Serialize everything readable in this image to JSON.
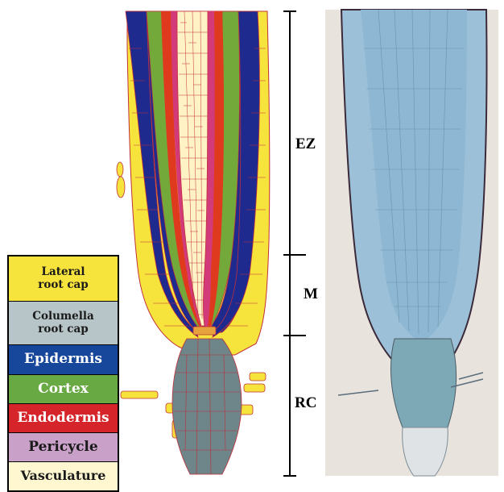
{
  "legend": {
    "items": [
      {
        "label_line1": "Lateral",
        "label_line2": "root cap",
        "color": "#f6e33c",
        "text_color": "#1a1a1a"
      },
      {
        "label_line1": "Columella",
        "label_line2": "root cap",
        "color": "#b7c4c8",
        "text_color": "#1a1a1a"
      },
      {
        "label_line1": "Epidermis",
        "label_line2": "",
        "color": "#17479a",
        "text_color": "#ffffff"
      },
      {
        "label_line1": "Cortex",
        "label_line2": "",
        "color": "#69a944",
        "text_color": "#ffffff"
      },
      {
        "label_line1": "Endodermis",
        "label_line2": "",
        "color": "#d5252a",
        "text_color": "#ffffff"
      },
      {
        "label_line1": "Pericycle",
        "label_line2": "",
        "color": "#c8a0c8",
        "text_color": "#1a1a1a"
      },
      {
        "label_line1": "Vasculature",
        "label_line2": "",
        "color": "#fff7cf",
        "text_color": "#1a1a1a"
      }
    ]
  },
  "zones": {
    "elongation": "EZ",
    "meristem": "M",
    "root_cap": "RC"
  },
  "colors": {
    "lateral_root_cap": "#f6e33c",
    "columella": "#6e858a",
    "epidermis": "#1f2a8e",
    "cortex": "#73a83a",
    "endodermis": "#e03a1e",
    "pericycle": "#d23a7a",
    "vasculature": "#fff3c6",
    "cell_wall": "#c0303a",
    "micro_stain": "#8fb8d2"
  }
}
